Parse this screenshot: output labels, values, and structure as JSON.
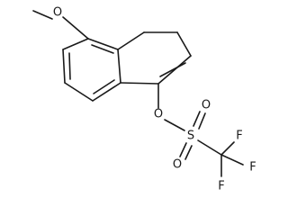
{
  "molecule": {
    "atoms": [
      {
        "id": "o_methoxy",
        "label": "O"
      },
      {
        "id": "o_ester",
        "label": "O"
      },
      {
        "id": "s1",
        "label": "S"
      },
      {
        "id": "o_s_top",
        "label": "O"
      },
      {
        "id": "o_s_bottom",
        "label": "O"
      },
      {
        "id": "f_right",
        "label": "F"
      },
      {
        "id": "f_upper",
        "label": "F"
      },
      {
        "id": "f_lower",
        "label": "F"
      }
    ]
  }
}
